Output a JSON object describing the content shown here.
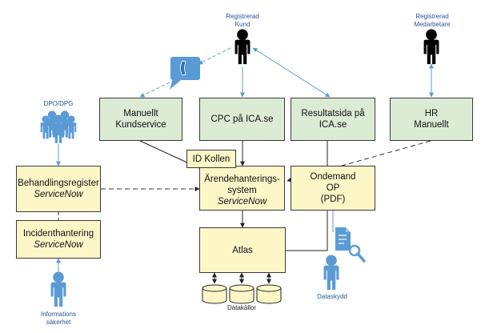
{
  "actors": {
    "registrerad_kund": {
      "line1": "Registrerad",
      "line2": "Kund"
    },
    "registrerad_medarbetare": {
      "line1": "Registrerad",
      "line2": "Medarbetare"
    },
    "dpo_dpg": "DPO/DPG",
    "informationssakerhet": {
      "line1": "Informations",
      "line2": "säkerhet"
    },
    "dataskydd": "Dataskydd"
  },
  "boxes": {
    "manuellt_kundservice": {
      "line1": "Manuellt",
      "line2": "Kundservice"
    },
    "cpc": {
      "line1": "CPC på ICA.se"
    },
    "resultatsida": {
      "line1": "Resultatsida på",
      "line2": "ICA.se"
    },
    "hr_manuellt": {
      "line1": "HR",
      "line2": "Manuellt"
    },
    "id_kollen": {
      "line1": "ID Kollen"
    },
    "arende": {
      "line1": "Ärendehanterings-",
      "line2": "system",
      "line3": "ServiceNow"
    },
    "ondemand": {
      "line1": "Ondemand",
      "line2": "OP",
      "line3": "(PDF)"
    },
    "behandlingsregister": {
      "line1": "Behandlingsregister",
      "line2": "ServiceNow"
    },
    "incidenthantering": {
      "line1": "Incidenthantering",
      "line2": "ServiceNow"
    },
    "atlas": {
      "line1": "Atlas"
    }
  },
  "datakallor": "Datakällor",
  "colors": {
    "green_box": "#dcebd4",
    "yellow_box": "#fdf7c8",
    "arrow_blue": "#5b9bd5",
    "person_blue": "#5b9bd5",
    "person_black": "#000000",
    "line_dark": "#333333"
  },
  "icons": [
    "phone-icon",
    "person-icon",
    "group-icon",
    "document-search-icon",
    "database-icon"
  ]
}
